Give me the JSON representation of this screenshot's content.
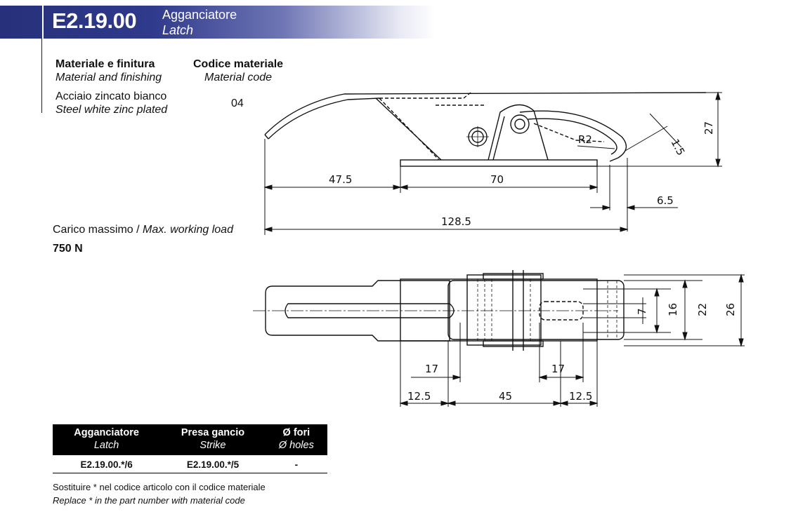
{
  "header": {
    "code": "E2.19.00",
    "title_it": "Agganciatore",
    "title_en": "Latch"
  },
  "material": {
    "label_it": "Materiale e finitura",
    "label_en": "Material and finishing",
    "value_it": "Acciaio zincato bianco",
    "value_en": "Steel white zinc plated"
  },
  "material_code": {
    "label_it": "Codice materiale",
    "label_en": "Material code",
    "value": "04"
  },
  "load": {
    "label_it": "Carico massimo / ",
    "label_en": "Max. working load",
    "value": "750 N"
  },
  "side_dims": {
    "d_47_5": "47.5",
    "d_70": "70",
    "d_6_5": "6.5",
    "d_128_5": "128.5",
    "d_27": "27",
    "d_1_5": "1.5",
    "radius": "R2"
  },
  "top_dims": {
    "d_7": "7",
    "d_16": "16",
    "d_22": "22",
    "d_26": "26",
    "d_17_left": "17",
    "d_17_right": "17",
    "d_12_5_left": "12.5",
    "d_45": "45",
    "d_12_5_right": "12.5"
  },
  "table": {
    "headers": [
      {
        "it": "Agganciatore",
        "en": "Latch"
      },
      {
        "it": "Presa gancio",
        "en": "Strike"
      },
      {
        "it": "Ø fori",
        "en": "Ø holes"
      }
    ],
    "row": [
      "E2.19.00.*/6",
      "E2.19.00.*/5",
      "-"
    ]
  },
  "footnote": {
    "it": "Sostituire * nel codice articolo con il codice materiale",
    "en": "Replace * in the part number with material code"
  }
}
